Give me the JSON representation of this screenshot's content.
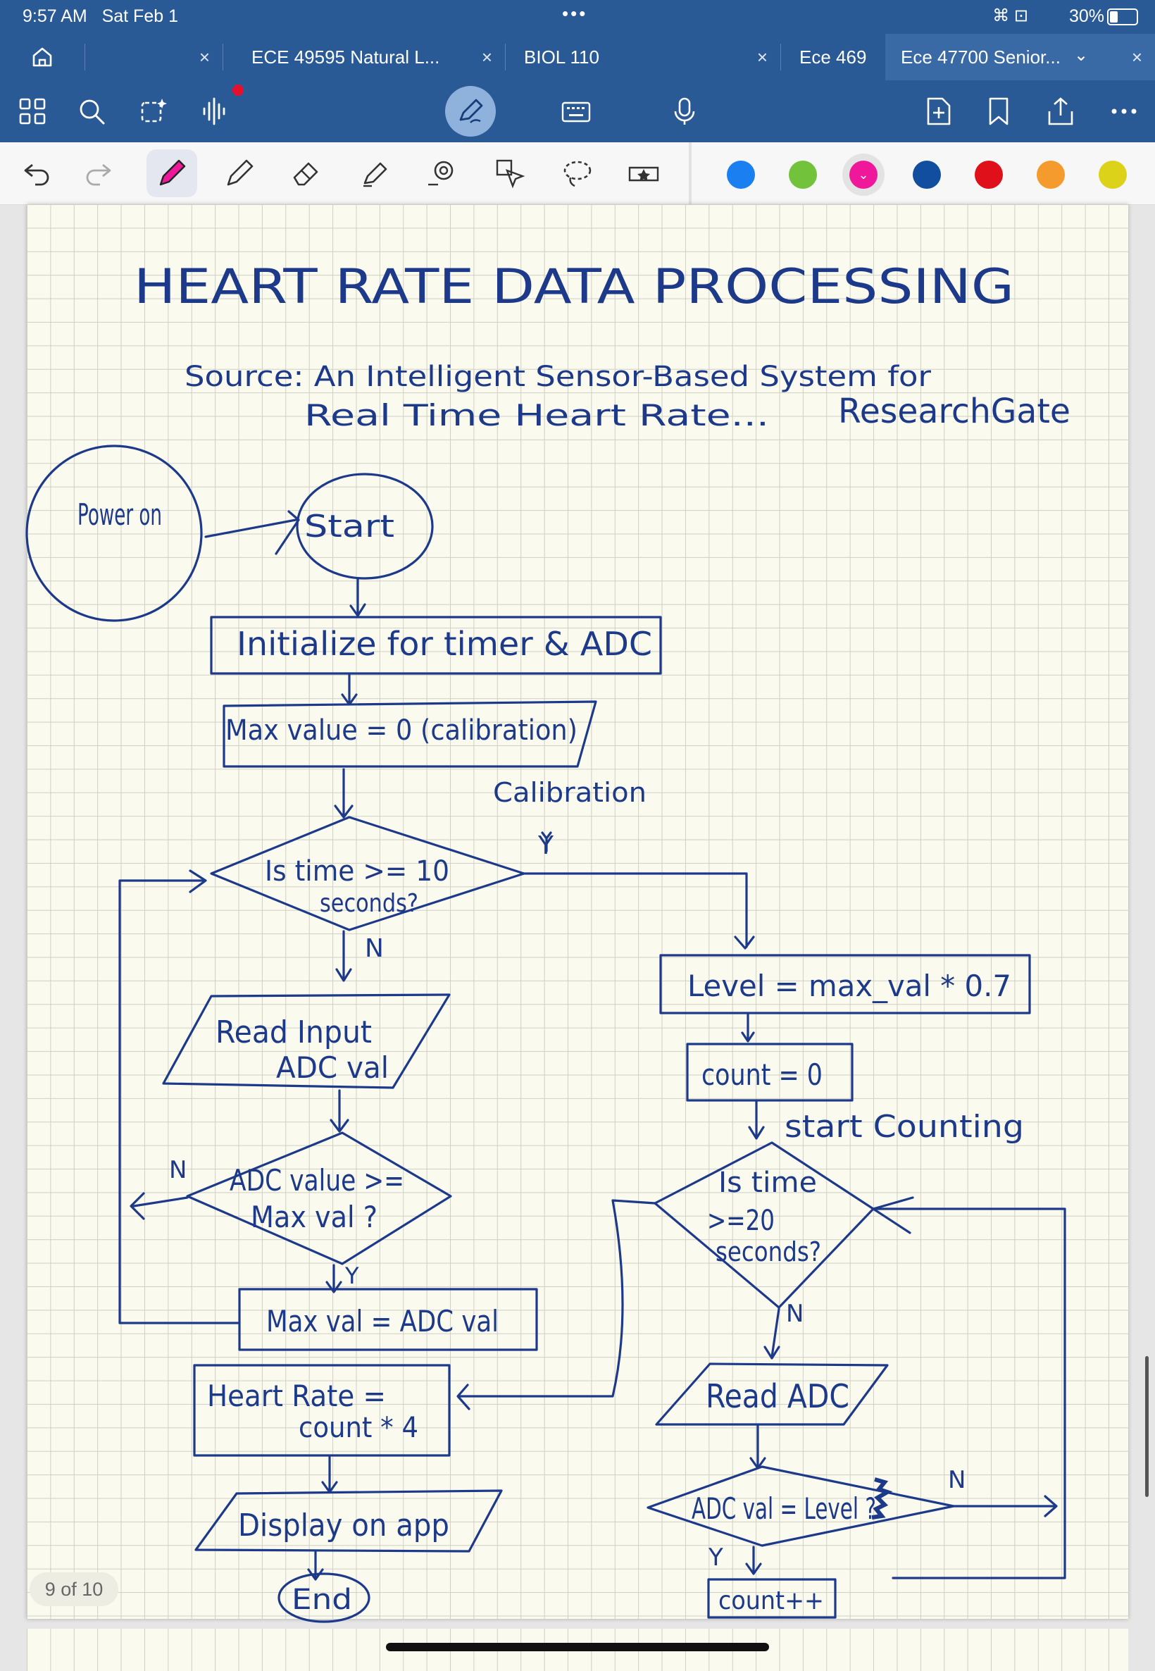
{
  "status_bar": {
    "time": "9:57 AM",
    "date": "Sat Feb 1",
    "battery": "30%"
  },
  "tabs": [
    {
      "label": ""
    },
    {
      "label": "ECE 49595 Natural L..."
    },
    {
      "label": "BIOL 110"
    },
    {
      "label": "Ece 469"
    },
    {
      "label": "Ece 47700 Senior..."
    }
  ],
  "pen_colors": [
    "#1a7ff0",
    "#72c23c",
    "#f0189a",
    "#114ea0",
    "#e0101a",
    "#f59a2c",
    "#dcd21a"
  ],
  "selected_color": "#f0189a",
  "note": {
    "title": "HEART RATE DATA PROCESSING",
    "source_line1": "Source: An Intelligent Sensor-Based System for",
    "source_line2": "Real Time Heart Rate...",
    "source_site": "ResearchGate",
    "power_on": "Power on",
    "start": "Start",
    "init": "Initialize for timer & ADC",
    "max_calib": "Max value = 0 (calibration)",
    "calib_note": "Calibration",
    "decision_time10_a": "Is time >= 10",
    "decision_time10_b": "seconds?",
    "y_label": "Y",
    "n_label": "N",
    "read_input_a": "Read Input",
    "read_input_b": "ADC val",
    "adc_compare_a": "ADC value >=",
    "adc_compare_b": "Max val ?",
    "max_assign": "Max val = ADC val",
    "heart_rate_a": "Heart Rate =",
    "heart_rate_b": "count * 4",
    "display": "Display on app",
    "end": "End",
    "level": "Level = max_val * 0.7",
    "count0": "count = 0",
    "start_counting": "start Counting",
    "decision_time20_a": "Is time",
    "decision_time20_b": ">=20",
    "decision_time20_c": "seconds?",
    "read_adc": "Read ADC",
    "adc_level": "ADC val = Level ?",
    "count_inc": "count++"
  },
  "page_indicator": "9 of 10"
}
